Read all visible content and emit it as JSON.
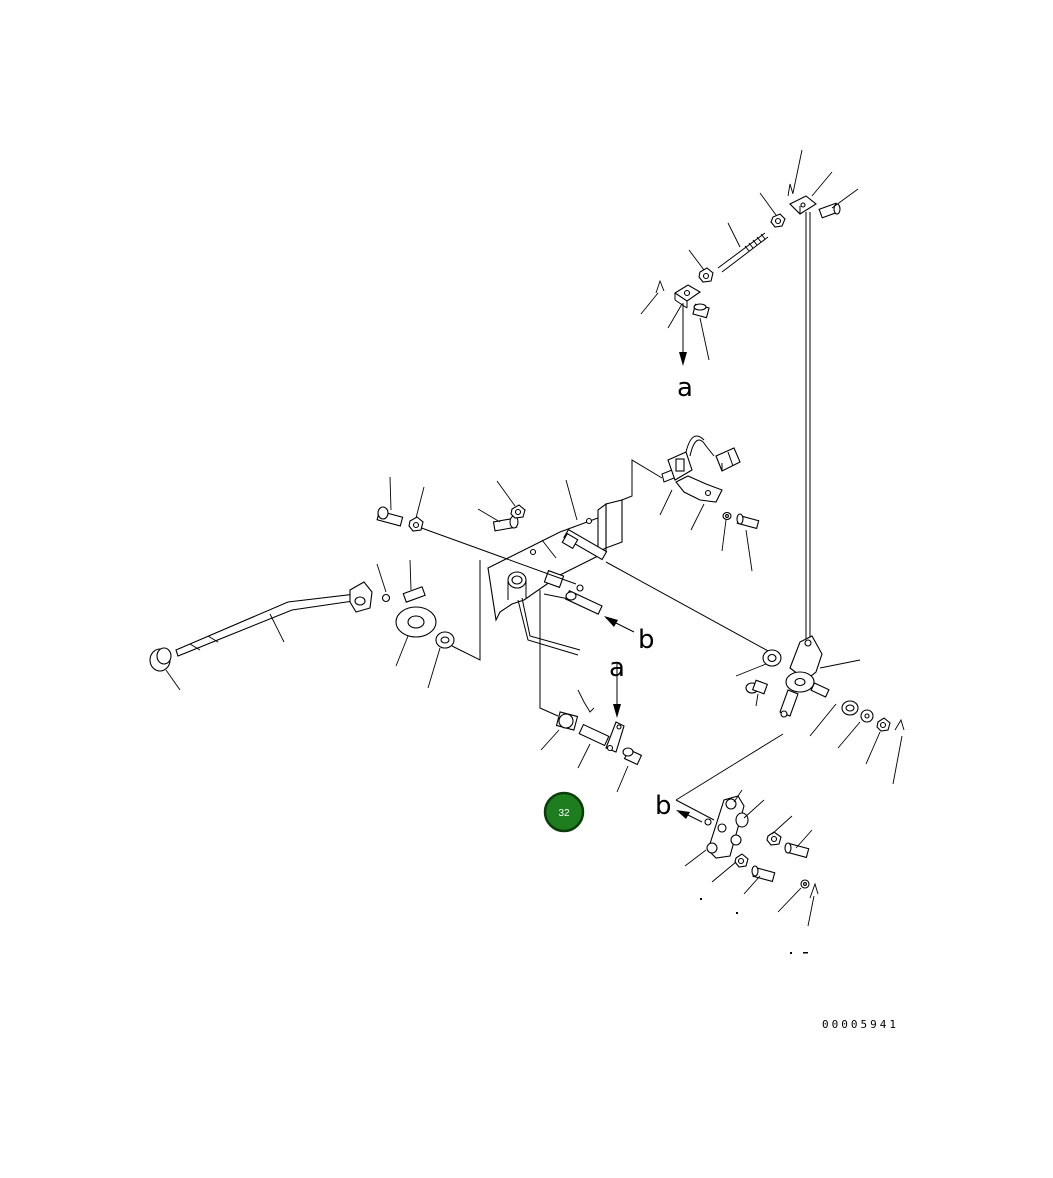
{
  "labels": {
    "ref_a_top": "a",
    "ref_a_mid": "a",
    "ref_b_mid": "b",
    "ref_b_low": "b"
  },
  "document_number": "00005941",
  "badge": {
    "number": "32",
    "color": "#1e7d1e",
    "border_color": "#0b3d0b"
  },
  "icons": [
    "lever-rod-icon",
    "knob-icon",
    "bracket-icon",
    "bolt-icon",
    "nut-icon",
    "washer-icon",
    "bushing-icon",
    "sensor-icon",
    "connector-icon",
    "link-rod-icon",
    "cotter-pin-icon",
    "grease-fitting-icon"
  ]
}
